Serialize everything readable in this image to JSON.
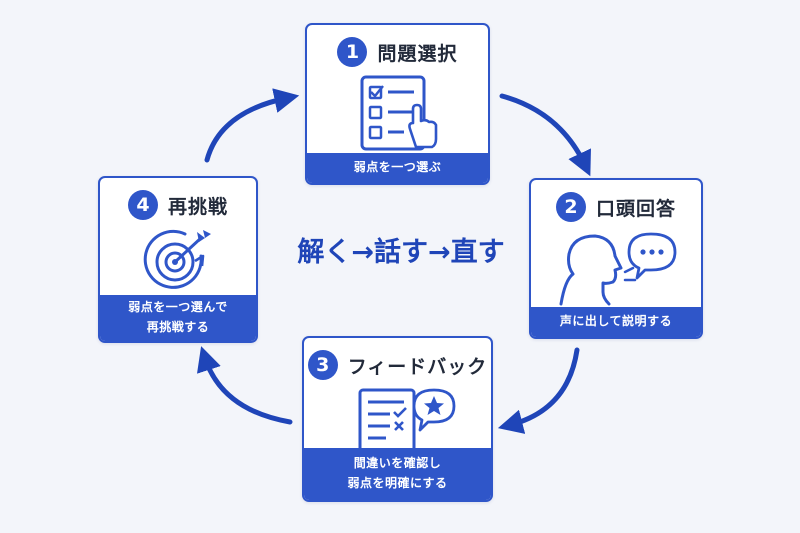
{
  "center_text": "解く→話す→直す",
  "steps": [
    {
      "number": "1",
      "title": "問題選択",
      "caption_lines": [
        "弱点を一つ選ぶ"
      ],
      "icon": "checklist-pointer-icon"
    },
    {
      "number": "2",
      "title": "口頭回答",
      "caption_lines": [
        "声に出して説明する"
      ],
      "icon": "speaking-head-icon"
    },
    {
      "number": "3",
      "title": "フィードバック",
      "caption_lines": [
        "間違いを確認し",
        "弱点を明確にする"
      ],
      "icon": "feedback-document-icon"
    },
    {
      "number": "4",
      "title": "再挑戦",
      "caption_lines": [
        "弱点を一つ選んで",
        "再挑戦する"
      ],
      "icon": "target-retry-icon"
    }
  ],
  "colors": {
    "accent": "#2f56c9",
    "arrow": "#1f45b8",
    "background": "#f3f5fa"
  }
}
